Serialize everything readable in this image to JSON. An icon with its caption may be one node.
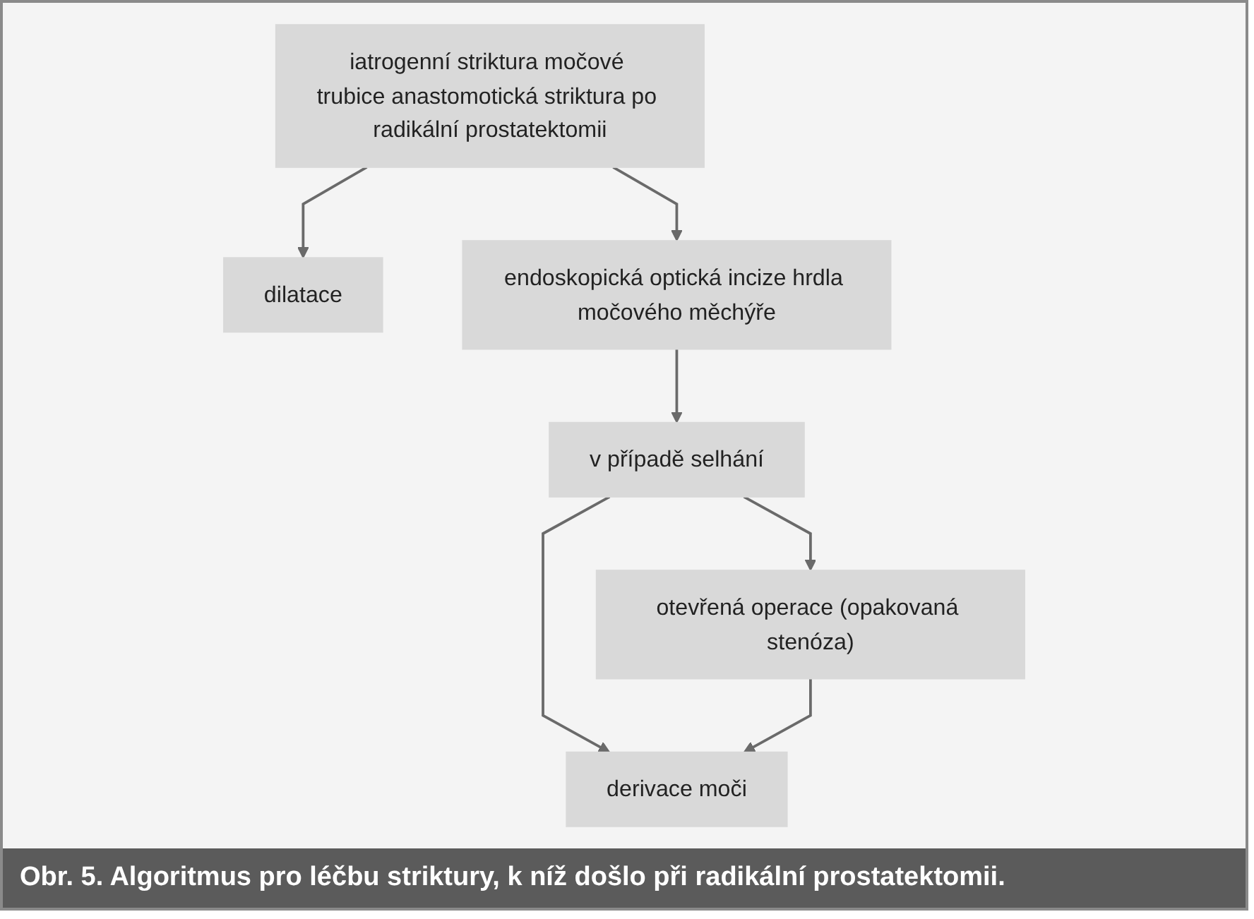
{
  "diagram": {
    "caption": "Obr. 5. Algoritmus pro léčbu striktury, k níž došlo při radikální prostatektomii.",
    "nodes": [
      {
        "text": [
          "iatrogenní striktura močové trubice anastomotická striktura po radikální prostatektomii"
        ]
      },
      {
        "text": [
          "dilatace"
        ]
      },
      {
        "text": [
          "endoskopická optická incize hrdla močového měchýře"
        ]
      },
      {
        "text": [
          "v případě selhání"
        ]
      },
      {
        "text": [
          "otevřená operace (opakovaná stenóza)"
        ]
      },
      {
        "text": [
          "derivace moči"
        ]
      }
    ],
    "edges": [
      {
        "from": 0,
        "to": 1,
        "arrow": "to"
      },
      {
        "from": 0,
        "to": 2,
        "arrow": "to"
      },
      {
        "from": 2,
        "to": 3,
        "arrow": "to"
      },
      {
        "from": 3,
        "to": 4,
        "arrow": "to"
      },
      {
        "from": 3,
        "to": 5,
        "arrow": "to"
      },
      {
        "from": 4,
        "to": 5,
        "arrow": "to"
      }
    ]
  }
}
